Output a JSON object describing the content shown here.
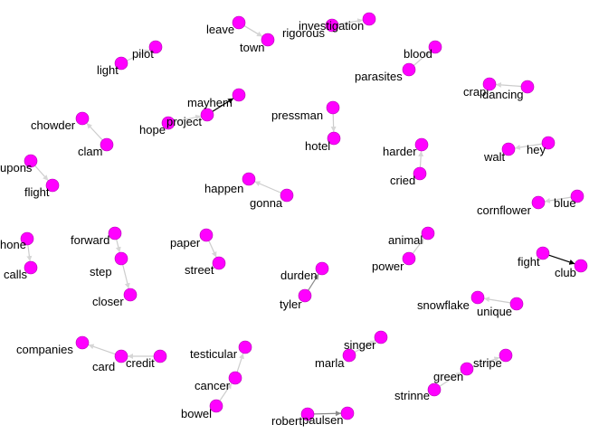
{
  "graph": {
    "node_color": "#ff00ff",
    "node_stroke": "#b000b0",
    "edge_color": "#cccccc",
    "edge_strong_color": "#000000",
    "nodes": [
      {
        "id": "leave",
        "label": "leave"
      },
      {
        "id": "town",
        "label": "town"
      },
      {
        "id": "rigorous",
        "label": "rigorous"
      },
      {
        "id": "investigation",
        "label": "investigation"
      },
      {
        "id": "pilot",
        "label": "pilot"
      },
      {
        "id": "light",
        "label": "light"
      },
      {
        "id": "blood",
        "label": "blood"
      },
      {
        "id": "parasites",
        "label": "parasites"
      },
      {
        "id": "crap",
        "label": "crap"
      },
      {
        "id": "dancing",
        "label": "dancing"
      },
      {
        "id": "mayhem",
        "label": "mayhem"
      },
      {
        "id": "project",
        "label": "project"
      },
      {
        "id": "hope",
        "label": "hope"
      },
      {
        "id": "pressman",
        "label": "pressman"
      },
      {
        "id": "hotel",
        "label": "hotel"
      },
      {
        "id": "chowder",
        "label": "chowder"
      },
      {
        "id": "clam",
        "label": "clam"
      },
      {
        "id": "harder",
        "label": "harder"
      },
      {
        "id": "cried",
        "label": "cried"
      },
      {
        "id": "walt",
        "label": "walt"
      },
      {
        "id": "hey",
        "label": "hey"
      },
      {
        "id": "coupons",
        "label": "upons"
      },
      {
        "id": "flight",
        "label": "flight"
      },
      {
        "id": "happen",
        "label": "happen"
      },
      {
        "id": "gonna",
        "label": "gonna"
      },
      {
        "id": "cornflower",
        "label": "cornflower"
      },
      {
        "id": "blue",
        "label": "blue"
      },
      {
        "id": "phone",
        "label": "hone"
      },
      {
        "id": "calls",
        "label": "calls"
      },
      {
        "id": "forward",
        "label": "forward"
      },
      {
        "id": "step",
        "label": "step"
      },
      {
        "id": "closer",
        "label": "closer"
      },
      {
        "id": "paper",
        "label": "paper"
      },
      {
        "id": "street",
        "label": "street"
      },
      {
        "id": "animal",
        "label": "animal"
      },
      {
        "id": "power",
        "label": "power"
      },
      {
        "id": "fight",
        "label": "fight"
      },
      {
        "id": "club",
        "label": "club"
      },
      {
        "id": "durden",
        "label": "durden"
      },
      {
        "id": "tyler",
        "label": "tyler"
      },
      {
        "id": "snowflake",
        "label": "snowflake"
      },
      {
        "id": "unique",
        "label": "unique"
      },
      {
        "id": "companies",
        "label": "companies"
      },
      {
        "id": "card",
        "label": "card"
      },
      {
        "id": "credit",
        "label": "credit"
      },
      {
        "id": "testicular",
        "label": "testicular"
      },
      {
        "id": "cancer",
        "label": "cancer"
      },
      {
        "id": "bowel",
        "label": "bowel"
      },
      {
        "id": "singer",
        "label": "singer"
      },
      {
        "id": "marla",
        "label": "marla"
      },
      {
        "id": "stripe",
        "label": "stripe"
      },
      {
        "id": "green",
        "label": "green"
      },
      {
        "id": "strinne",
        "label": "strinne"
      },
      {
        "id": "robert",
        "label": "robert"
      },
      {
        "id": "paulsen",
        "label": "paulsen"
      }
    ],
    "edges": [
      {
        "from": "leave",
        "to": "town",
        "weight": "weak"
      },
      {
        "from": "rigorous",
        "to": "investigation",
        "weight": "weak"
      },
      {
        "from": "light",
        "to": "pilot",
        "weight": "weak"
      },
      {
        "from": "parasites",
        "to": "blood",
        "weight": "weak"
      },
      {
        "from": "dancing",
        "to": "crap",
        "weight": "weak"
      },
      {
        "from": "project",
        "to": "mayhem",
        "weight": "strong"
      },
      {
        "from": "hope",
        "to": "project",
        "weight": "weak"
      },
      {
        "from": "pressman",
        "to": "hotel",
        "weight": "weak"
      },
      {
        "from": "clam",
        "to": "chowder",
        "weight": "weak"
      },
      {
        "from": "cried",
        "to": "harder",
        "weight": "weak"
      },
      {
        "from": "hey",
        "to": "walt",
        "weight": "weak"
      },
      {
        "from": "coupons",
        "to": "flight",
        "weight": "weak"
      },
      {
        "from": "gonna",
        "to": "happen",
        "weight": "weak"
      },
      {
        "from": "blue",
        "to": "cornflower",
        "weight": "weak"
      },
      {
        "from": "phone",
        "to": "calls",
        "weight": "weak"
      },
      {
        "from": "forward",
        "to": "step",
        "weight": "weak"
      },
      {
        "from": "step",
        "to": "closer",
        "weight": "weak"
      },
      {
        "from": "paper",
        "to": "street",
        "weight": "weak"
      },
      {
        "from": "power",
        "to": "animal",
        "weight": "weak"
      },
      {
        "from": "fight",
        "to": "club",
        "weight": "strong"
      },
      {
        "from": "tyler",
        "to": "durden",
        "weight": "medium"
      },
      {
        "from": "unique",
        "to": "snowflake",
        "weight": "weak"
      },
      {
        "from": "credit",
        "to": "card",
        "weight": "weak"
      },
      {
        "from": "card",
        "to": "companies",
        "weight": "weak"
      },
      {
        "from": "cancer",
        "to": "testicular",
        "weight": "weak"
      },
      {
        "from": "bowel",
        "to": "cancer",
        "weight": "weak"
      },
      {
        "from": "marla",
        "to": "singer",
        "weight": "weak"
      },
      {
        "from": "green",
        "to": "stripe",
        "weight": "weak"
      },
      {
        "from": "strinne",
        "to": "green",
        "weight": "weak"
      },
      {
        "from": "robert",
        "to": "paulsen",
        "weight": "medium"
      }
    ]
  }
}
